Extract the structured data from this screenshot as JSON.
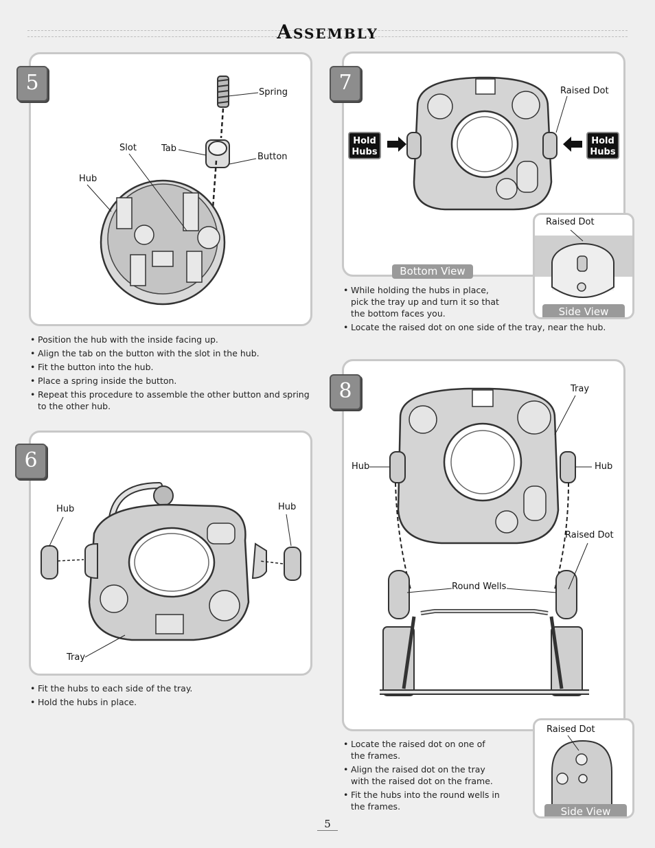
{
  "page": {
    "title": "Assembly",
    "page_number": "5"
  },
  "step5": {
    "number": "5",
    "labels": {
      "spring": "Spring",
      "slot": "Slot",
      "tab": "Tab",
      "button": "Button",
      "hub": "Hub"
    },
    "bullets": [
      "Position the hub with the inside facing up.",
      "Align the tab on the button with the slot in the hub.",
      "Fit the button into the hub.",
      "Place a spring inside the button.",
      "Repeat this procedure to assemble the other button and spring to the other hub."
    ]
  },
  "step6": {
    "number": "6",
    "labels": {
      "hub_left": "Hub",
      "hub_right": "Hub",
      "tray": "Tray"
    },
    "bullets": [
      "Fit the hubs to each side of the tray.",
      "Hold the hubs in place."
    ]
  },
  "step7": {
    "number": "7",
    "labels": {
      "raised_dot": "Raised Dot",
      "hold_line1": "Hold",
      "hold_line2": "Hubs",
      "bottom_view": "Bottom View"
    },
    "inset": {
      "raised_dot": "Raised Dot",
      "side_view": "Side View"
    },
    "bullets": [
      "While holding the hubs in place, pick the tray up and turn it so that the bottom faces you.",
      "Locate the raised dot on one side of the tray, near the hub."
    ]
  },
  "step8": {
    "number": "8",
    "labels": {
      "tray": "Tray",
      "hub_left": "Hub",
      "hub_right": "Hub",
      "raised_dot": "Raised Dot",
      "round_wells": "Round Wells"
    },
    "inset": {
      "raised_dot": "Raised Dot",
      "side_view": "Side View"
    },
    "bullets": [
      "Locate the raised dot on one of the frames.",
      "Align the raised dot on the tray with the raised dot on the frame.",
      "Fit the hubs into the round wells in the frames."
    ]
  }
}
